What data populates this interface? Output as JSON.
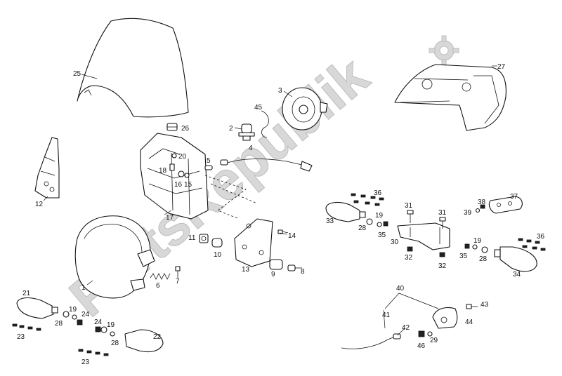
{
  "watermark": {
    "text": "PartsRepublik"
  },
  "diagram": {
    "callouts": [
      "1",
      "2",
      "3",
      "4",
      "5",
      "6",
      "7",
      "8",
      "9",
      "10",
      "11",
      "12",
      "13",
      "14",
      "15",
      "16",
      "17",
      "18",
      "19",
      "20",
      "21",
      "22",
      "23",
      "24",
      "25",
      "26",
      "27",
      "28",
      "29",
      "30",
      "31",
      "32",
      "33",
      "34",
      "35",
      "36",
      "37",
      "38",
      "39",
      "40",
      "41",
      "42",
      "43",
      "44",
      "45",
      "46"
    ]
  },
  "colors": {
    "line": "#111111",
    "watermark": "#d8d8d8",
    "background": "#ffffff"
  }
}
